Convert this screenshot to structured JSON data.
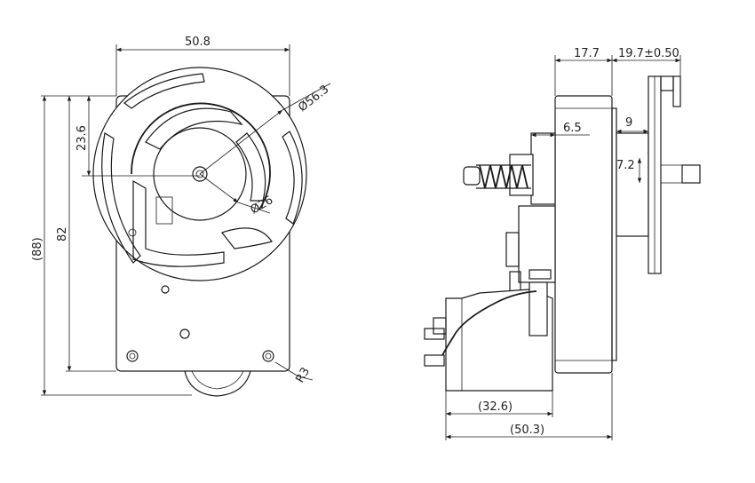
{
  "front_view": {
    "width_label": "50.8",
    "diameter_outer_label": "Ø56.3",
    "diameter_inner_label": "Ø26",
    "hub_offset_label": "23.6",
    "height_label": "82",
    "overall_height_label": "(88)",
    "corner_radius_label": "R3"
  },
  "side_view": {
    "body_depth_label": "17.7",
    "cam_depth_label": "19.7±0.50",
    "shaft_offset_label": "6.5",
    "cam_gap_label": "9",
    "shaft_dia_label": "7.2",
    "switch_depth_label": "(32.6)",
    "overall_depth_label": "(50.3)"
  }
}
